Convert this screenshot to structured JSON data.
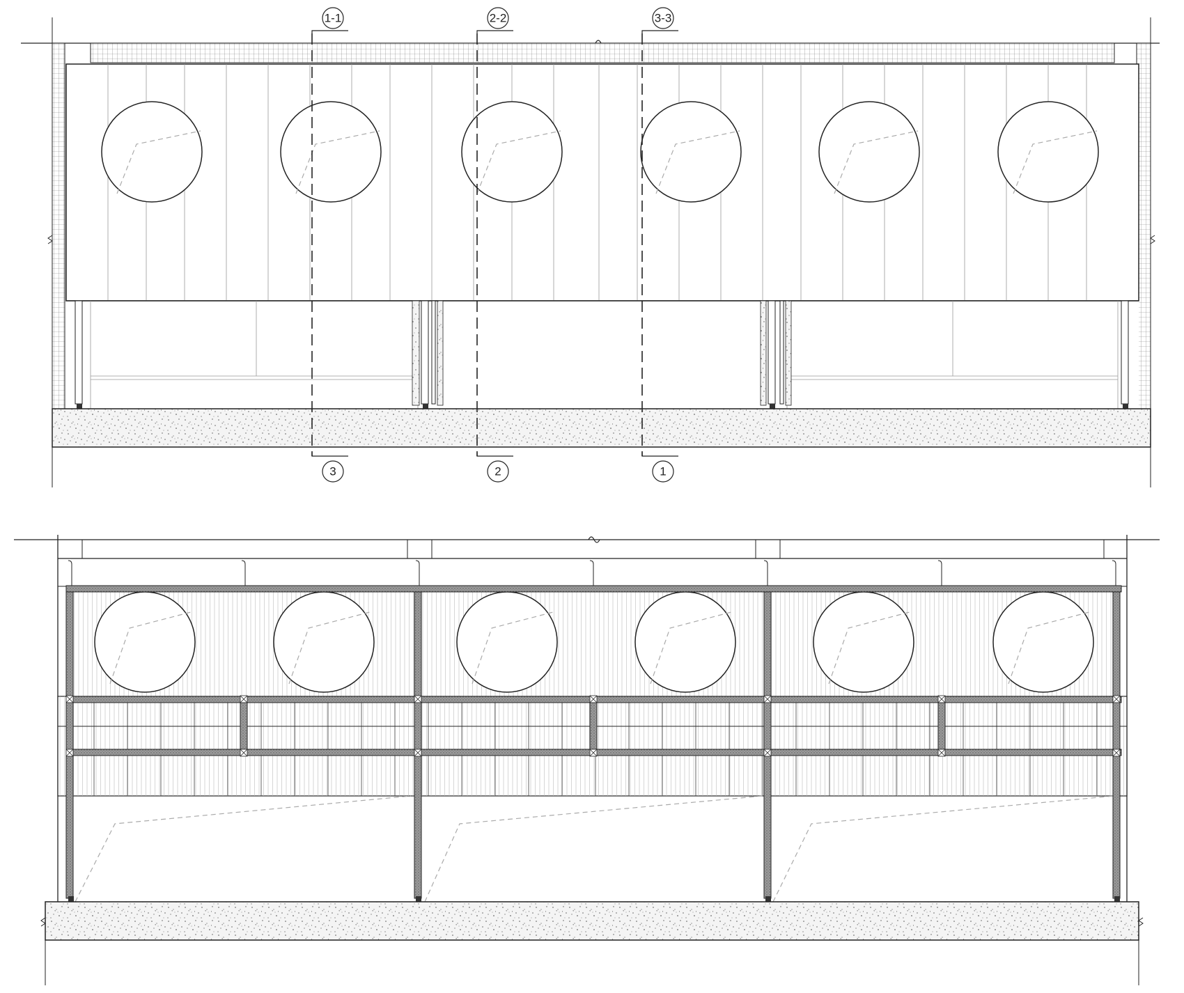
{
  "section_markers": {
    "top": [
      {
        "id": "section-marker-1-1",
        "label": "1-1"
      },
      {
        "id": "section-marker-2-2",
        "label": "2-2"
      },
      {
        "id": "section-marker-3-3",
        "label": "3-3"
      }
    ],
    "bottom": [
      {
        "id": "section-marker-3",
        "label": "3"
      },
      {
        "id": "section-marker-2",
        "label": "2"
      },
      {
        "id": "section-marker-1",
        "label": "1"
      }
    ]
  },
  "colors": {
    "line": "#222222",
    "thin_line": "#888888",
    "dashed_light": "#aaaaaa",
    "concrete_fill": "#f2f2f2",
    "steel_fill": "#8c8c8c"
  }
}
